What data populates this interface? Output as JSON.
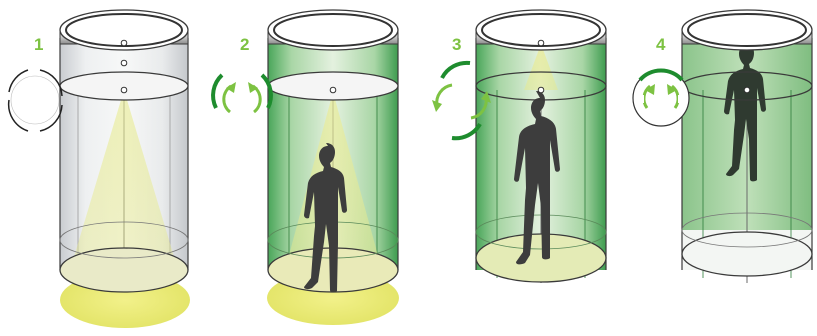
{
  "steps": [
    {
      "number": "1",
      "state": "idle-lit-floor",
      "arrows": "none"
    },
    {
      "number": "2",
      "state": "person-entering",
      "arrows": "rotate-both"
    },
    {
      "number": "3",
      "state": "person-inside",
      "arrows": "rotate-both"
    },
    {
      "number": "4",
      "state": "person-exiting",
      "arrows": "rotate-open"
    }
  ],
  "colors": {
    "accent_green": "#7dc242",
    "dark_green": "#1e8c2e",
    "light_beam": "#e6e98a",
    "glass_grey": "#d9dcdf",
    "frame": "#3a3a3a",
    "silhouette": "#3d3d3d"
  },
  "icons": [
    "rotation-indicator-icon",
    "person-silhouette-icon",
    "light-cone-icon"
  ]
}
